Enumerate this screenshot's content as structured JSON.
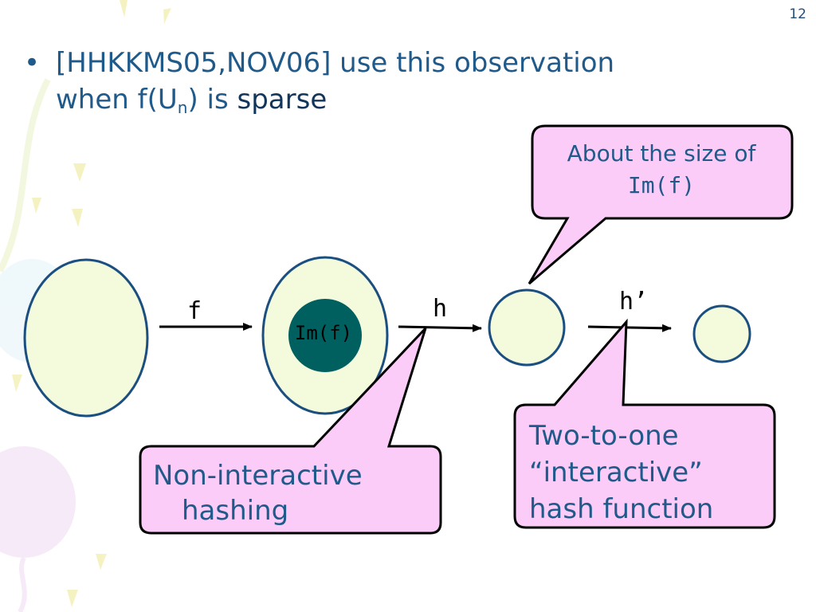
{
  "slide": {
    "number": "12",
    "bullet": {
      "line1": "[HHKKMS05,NOV06] use this observation",
      "line2_prefix": "when ",
      "line2_f": "f(U",
      "line2_sub": "n",
      "line2_close": ")",
      "line2_is": " is ",
      "line2_sparse": "sparse"
    }
  },
  "diagram": {
    "labels": {
      "f": "f",
      "h": "h",
      "h_prime": "h’",
      "im_f": "Im(f)"
    },
    "callouts": {
      "size": {
        "line1": "About the size of",
        "line2": "Im(f)"
      },
      "noninteractive": {
        "line1": "Non-interactive",
        "line2": "hashing"
      },
      "two_to_one": {
        "line1": "Two-to-one",
        "line2": "“interactive”",
        "line3": "hash function"
      }
    },
    "colors": {
      "ellipse_fill": "#f4fadc",
      "ellipse_stroke": "#1a4f80",
      "inner_fill": "#006060",
      "callout_fill": "#fcccf8",
      "callout_stroke": "#000000",
      "text_blue": "#1f5a8a"
    }
  }
}
